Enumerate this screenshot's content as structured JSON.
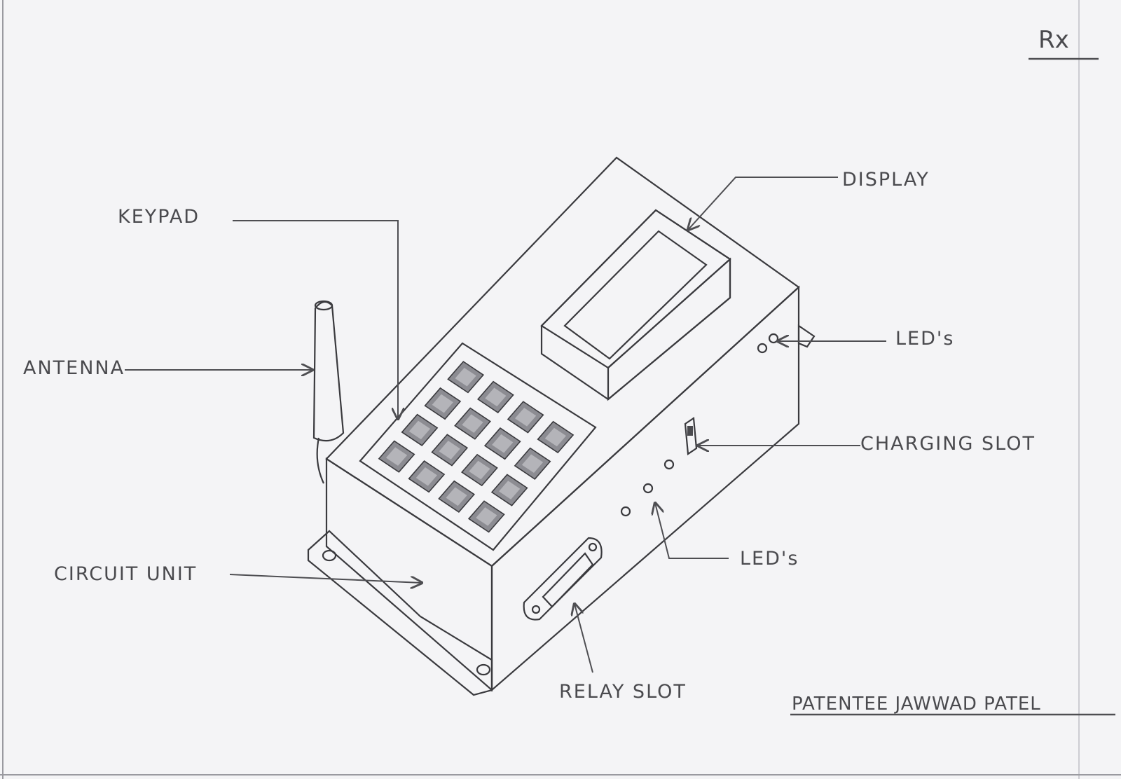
{
  "header": {
    "mark": "Rx"
  },
  "labels": {
    "display": "DISPLAY",
    "keypad": "KEYPAD",
    "antenna": "ANTENNA",
    "leds_right": "LED's",
    "charging_slot": "CHARGING SLOT",
    "leds_bottom": "LED's",
    "circuit_unit": "CIRCUIT UNIT",
    "relay_slot": "RELAY SLOT"
  },
  "footer": {
    "patentee": "PATENTEE JAWWAD PATEL"
  },
  "colors": {
    "paper": "#f4f4f6",
    "pencil": "#3a3a3e",
    "shade": "#9a9aa0"
  }
}
